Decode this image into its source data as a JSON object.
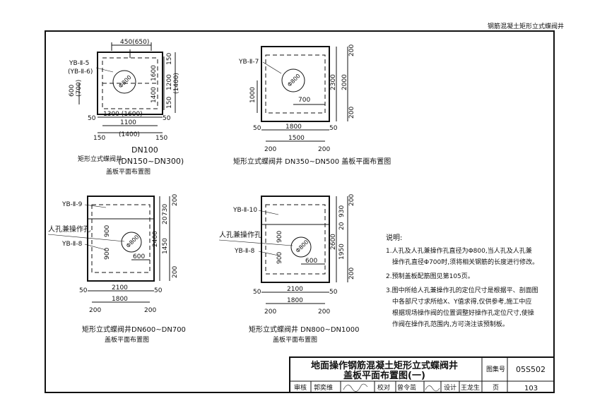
{
  "header": {
    "title": "钢筋混凝土矩形立式蝶阀井"
  },
  "plan1": {
    "tag_a": "YB-Ⅱ-5",
    "tag_b": "(YB-Ⅱ-6)",
    "dim_top": "450(650)",
    "dim_left_a": "600",
    "dim_left_b": "(700)",
    "dim_r_150a": "150",
    "dim_r_1200": "1200",
    "dim_r_1400": "1400",
    "dim_r_1400b": "(1400)",
    "dim_r_1600": "1600",
    "dim_r_150b": "150",
    "dim_50l": "50",
    "dim_50r": "50",
    "dim_1300": "1300 (1600)",
    "dim_1100": "1100",
    "dim_1400c": "(1400)",
    "dim_150l": "150",
    "dim_150r": "150",
    "circle": "Φ800",
    "caption_a": "矩形立式蝶阀井",
    "caption_dn1": "DN100",
    "caption_dn2": "(DN150~DN300)",
    "caption_b": "盖板平面布置图"
  },
  "plan2": {
    "tag": "YB-Ⅱ-7",
    "dim_1000": "1000",
    "dim_700": "700",
    "dim_200a": "200",
    "dim_2300": "2300",
    "dim_2000": "2000",
    "dim_200b": "200",
    "dim_50l": "50",
    "dim_50r": "50",
    "dim_1800": "1800",
    "dim_1500": "1500",
    "dim_200l": "200",
    "dim_200r": "200",
    "circle": "Φ800",
    "caption": "矩形立式蝶阀井 DN350~DN500 盖板平面布置图"
  },
  "plan3": {
    "tag_a": "YB-Ⅱ-9",
    "label": "人孔兼操作孔",
    "tag_b": "YB-Ⅱ-8",
    "dim_900a": "900",
    "dim_900b": "900",
    "dim_600": "600",
    "dim_200a": "200",
    "dim_730": "730",
    "dim_20": "20",
    "dim_2400": "2400",
    "dim_1450": "1450",
    "dim_200b": "200",
    "dim_50l": "50",
    "dim_50r": "50",
    "dim_2100": "2100",
    "dim_1800": "1800",
    "dim_200l": "200",
    "dim_200r": "200",
    "circle": "Φ800",
    "caption_a": "矩形立式蝶阀井DN600~DN700",
    "caption_b": "盖板平面布置图"
  },
  "plan4": {
    "tag_a": "YB-Ⅱ-10",
    "label": "人孔兼操作孔",
    "tag_b": "YB-Ⅱ-8",
    "dim_900a": "900",
    "dim_900b": "900",
    "dim_600": "600",
    "dim_200a": "200",
    "dim_930": "930",
    "dim_20": "20",
    "dim_2600": "2600",
    "dim_1950": "1950",
    "dim_200b": "200",
    "dim_50l": "50",
    "dim_50r": "50",
    "dim_2100": "2100",
    "dim_1800": "1800",
    "dim_200l": "200",
    "dim_200r": "200",
    "circle": "Φ800",
    "caption_a": "矩形立式蝶阀井 DN800~DN1000",
    "caption_b": "盖板平面布置图"
  },
  "notes": {
    "heading": "说明:",
    "n1a": "1.人孔及人孔兼操作孔直径为Φ800,当人孔及人孔兼",
    "n1b": "操作孔直径Φ700时,须将相关钢筋的长度进行修改。",
    "n2": "2.预制盖板配筋图见第105页。",
    "n3a": "3.图中所给人孔兼操作孔的定位尺寸是根据平、剖面图",
    "n3b": "中各部尺寸求所给X、Y值求得,仅供参考,施工中应",
    "n3c": "根据现场操作阀的位置调整好操作孔定位尺寸,使操",
    "n3d": "作阀在操作孔范围内,方可浇注该预制板。"
  },
  "titleblock": {
    "title1": "地面操作钢筋混凝土矩形立式蝶阀井",
    "title2": "盖板平面布置图(一)",
    "atlas_label": "图集号",
    "atlas_no": "05S502",
    "review_label": "审核",
    "reviewer": "郭奕维",
    "check_label": "校对",
    "checker": "曾令茁",
    "design_label": "设计",
    "designer": "王龙生",
    "page_label": "页",
    "page_no": "103"
  }
}
